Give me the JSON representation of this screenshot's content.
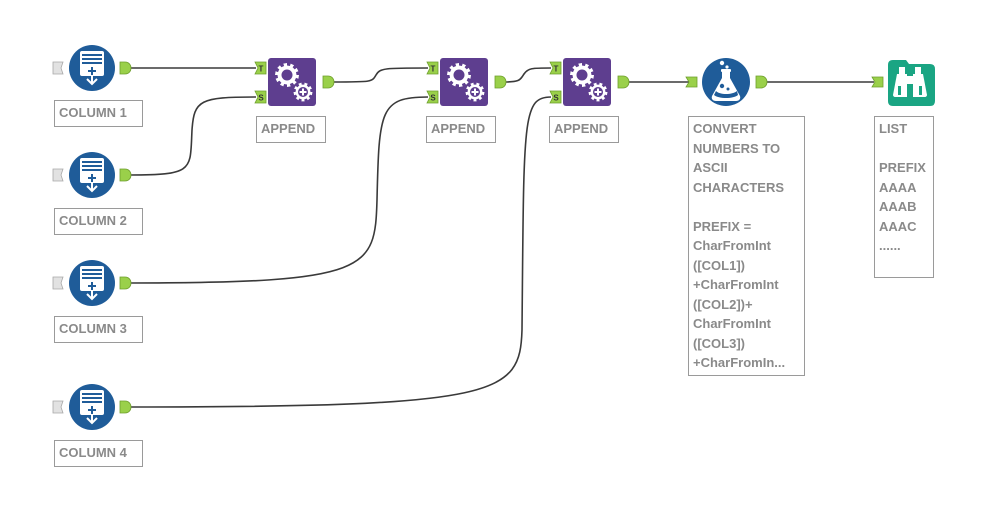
{
  "workflow": {
    "colors": {
      "input_blue": "#1f5c99",
      "append_purple": "#5e3e8f",
      "formula_blue": "#1f5c99",
      "browse_green": "#1aa583",
      "anchor_green": "#9ad04a",
      "connector": "#333333",
      "label_text": "#8a8a8a"
    },
    "tools": [
      {
        "id": "col1",
        "type": "text-input",
        "icon": "text-input-icon",
        "label": "COLUMN 1"
      },
      {
        "id": "col2",
        "type": "text-input",
        "icon": "text-input-icon",
        "label": "COLUMN 2"
      },
      {
        "id": "col3",
        "type": "text-input",
        "icon": "text-input-icon",
        "label": "COLUMN 3"
      },
      {
        "id": "col4",
        "type": "text-input",
        "icon": "text-input-icon",
        "label": "COLUMN 4"
      },
      {
        "id": "append1",
        "type": "append-fields",
        "icon": "append-gears-icon",
        "label": "APPEND"
      },
      {
        "id": "append2",
        "type": "append-fields",
        "icon": "append-gears-icon",
        "label": "APPEND"
      },
      {
        "id": "append3",
        "type": "append-fields",
        "icon": "append-gears-icon",
        "label": "APPEND"
      },
      {
        "id": "formula",
        "type": "formula",
        "icon": "flask-icon",
        "label": "CONVERT\nNUMBERS TO\nASCII\nCHARACTERS\n\nPREFIX =\nCharFromInt\n([COL1])\n+CharFromInt\n([COL2])+\nCharFromInt\n([COL3])\n+CharFromIn..."
      },
      {
        "id": "browse",
        "type": "browse",
        "icon": "binoculars-icon",
        "label": "LIST\n\nPREFIX\nAAAA\nAAAB\nAAAC\n......"
      }
    ],
    "anchor_letters": {
      "target": "T",
      "source": "S"
    },
    "connections": [
      {
        "from": "col1",
        "to": "append1",
        "anchor": "T"
      },
      {
        "from": "col2",
        "to": "append1",
        "anchor": "S"
      },
      {
        "from": "append1",
        "to": "append2",
        "anchor": "T"
      },
      {
        "from": "col3",
        "to": "append2",
        "anchor": "S"
      },
      {
        "from": "append2",
        "to": "append3",
        "anchor": "T"
      },
      {
        "from": "col4",
        "to": "append3",
        "anchor": "S"
      },
      {
        "from": "append3",
        "to": "formula",
        "anchor": ""
      },
      {
        "from": "formula",
        "to": "browse",
        "anchor": ""
      }
    ]
  }
}
